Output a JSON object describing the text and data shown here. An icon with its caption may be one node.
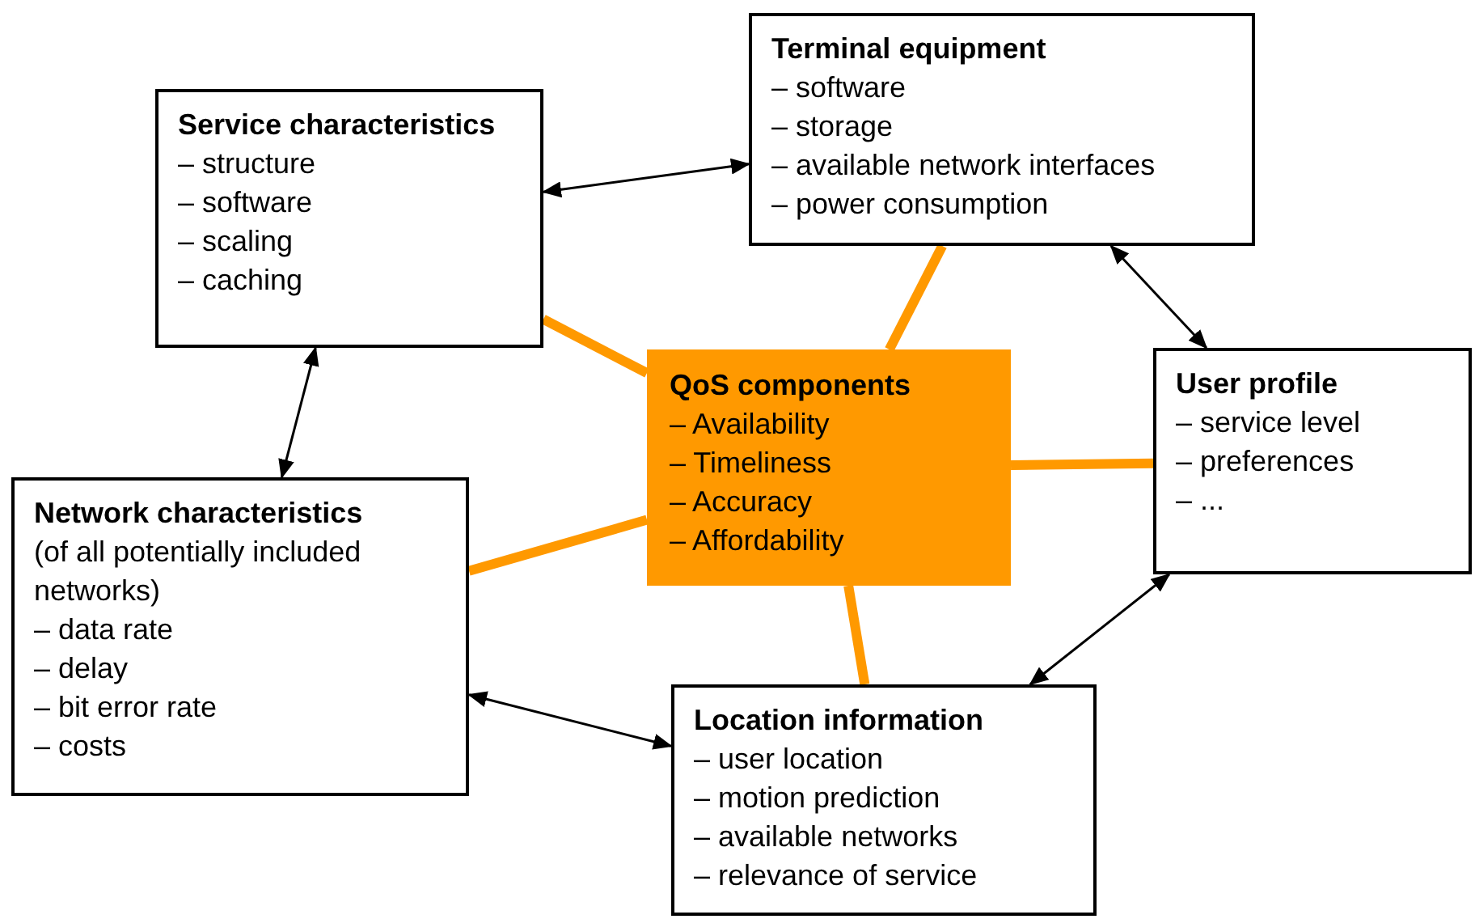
{
  "diagram": {
    "nodes": [
      {
        "text": [
          "Service characteristics",
          "– structure",
          "– software",
          "– scaling",
          "– caching"
        ]
      },
      {
        "text": [
          "Terminal equipment",
          "– software",
          "– storage",
          "– available network interfaces",
          "– power consumption"
        ]
      },
      {
        "text": [
          "QoS components",
          "– Availability",
          "– Timeliness",
          "– Accuracy",
          "– Affordability"
        ]
      },
      {
        "text": [
          "User profile",
          "– service level",
          "– preferences",
          "– ..."
        ]
      },
      {
        "text": [
          "Network characteristics",
          "(of all potentially included networks)",
          "– data rate",
          "– delay",
          "– bit error rate",
          "– costs"
        ]
      },
      {
        "text": [
          "Location information",
          "– user location",
          "– motion prediction",
          "– available networks",
          "– relevance of service"
        ]
      }
    ],
    "edges": [
      {
        "from": 0,
        "to": 1,
        "arrow": "both"
      },
      {
        "from": 1,
        "to": 3,
        "arrow": "both"
      },
      {
        "from": 0,
        "to": 4,
        "arrow": "both"
      },
      {
        "from": 4,
        "to": 5,
        "arrow": "both"
      },
      {
        "from": 5,
        "to": 3,
        "arrow": "both"
      },
      {
        "from": 2,
        "to": 0,
        "arrow": "none",
        "style": "thick",
        "color": "#ff9900"
      },
      {
        "from": 2,
        "to": 1,
        "arrow": "none",
        "style": "thick",
        "color": "#ff9900"
      },
      {
        "from": 2,
        "to": 3,
        "arrow": "none",
        "style": "thick",
        "color": "#ff9900"
      },
      {
        "from": 2,
        "to": 4,
        "arrow": "none",
        "style": "thick",
        "color": "#ff9900"
      },
      {
        "from": 2,
        "to": 5,
        "arrow": "none",
        "style": "thick",
        "color": "#ff9900"
      }
    ]
  }
}
